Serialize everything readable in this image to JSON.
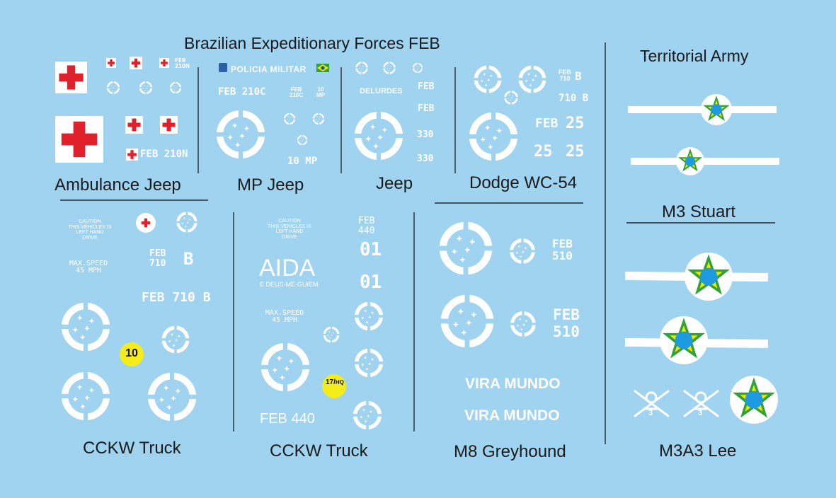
{
  "sheet": {
    "title": "Brazilian Expeditionary Forces FEB",
    "territorial_title": "Territorial Army"
  },
  "sections": {
    "ambulance": "Ambulance Jeep",
    "mp": "MP Jeep",
    "jeep": "Jeep",
    "dodge": "Dodge WC-54",
    "stuart": "M3 Stuart",
    "cckw1": "CCKW Truck",
    "cckw2": "CCKW Truck",
    "m8": "M8 Greyhound",
    "lee": "M3A3 Lee"
  },
  "decals": {
    "feb_210n_small": "FEB",
    "n210_small": "210N",
    "feb_210n": "FEB 210N",
    "policia": "POLICIA MILITAR",
    "feb_210c": "FEB 210C",
    "feb_small": "FEB",
    "c210_small": "210C",
    "ten_small": "10",
    "mp_small": "MP",
    "ten_mp": "10 MP",
    "delurdes": "DELURDES",
    "feb_a": "FEB",
    "feb_b": "FEB",
    "n330_a": "330",
    "n330_b": "330",
    "dodge_feb_small": "FEB",
    "dodge_710_small": "710",
    "dodge_b1": "B",
    "dodge_710b": "710 B",
    "dodge_feb": "FEB",
    "dodge_25a": "25",
    "dodge_25b": "25",
    "dodge_25c": "25",
    "caution_1": "CAUTION",
    "caution_2": "THIS VEHICLES IS",
    "caution_3": "LEFT HAND",
    "caution_4": "DRIVE",
    "maxspeed_1": "MAX.SPEED",
    "maxspeed_2": "45 MPH",
    "cckw_feb": "FEB",
    "cckw_710": "710",
    "cckw_b": "B",
    "cckw_feb710b": "FEB 710 B",
    "badge_10": "10",
    "feb_440_small": "FEB",
    "n440_small": "440",
    "n01_a": "01",
    "n01_b": "01",
    "aida": "AIDA",
    "aida_sub": "E DEUS-ME-GUIEM",
    "badge_17": "17",
    "badge_hq": "HQ",
    "feb_440": "FEB 440",
    "m8_feb_a": "FEB",
    "m8_510_a": "510",
    "m8_feb_b": "FEB",
    "m8_510_b": "510",
    "vira_a": "VIRA MUNDO",
    "vira_b": "VIRA MUNDO",
    "insig_3a": "3",
    "insig_3b": "3"
  },
  "colors": {
    "background": "#9fd3f0",
    "red_cross": "#e0202a",
    "decal_white": "#ffffff",
    "star_green": "#2fa23a",
    "star_yellow": "#f2e600",
    "roundel_blue": "#1e9be0",
    "badge_yellow": "#f5ec1a",
    "divider": "#2a2a2a"
  }
}
